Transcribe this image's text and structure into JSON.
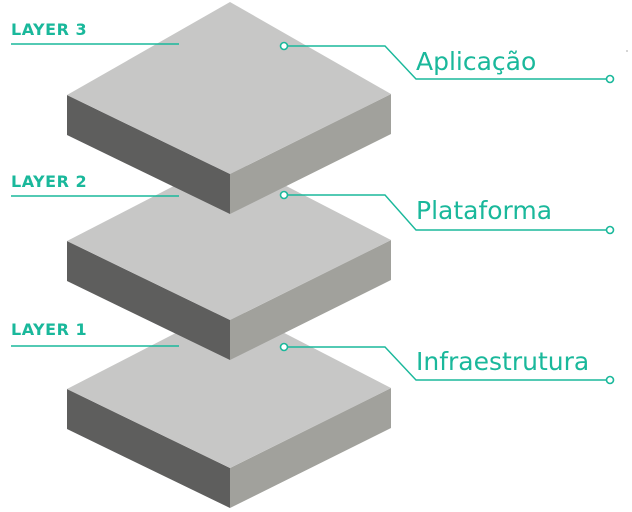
{
  "colors": {
    "accent": "#1ab89b",
    "slab_top": "#c7c7c6",
    "slab_front": "#a1a19c",
    "slab_side": "#5e5e5d"
  },
  "layers": [
    {
      "tag": "LAYER 3",
      "name": "Aplicação"
    },
    {
      "tag": "LAYER 2",
      "name": "Plataforma"
    },
    {
      "tag": "LAYER 1",
      "name": "Infraestrutura"
    }
  ]
}
